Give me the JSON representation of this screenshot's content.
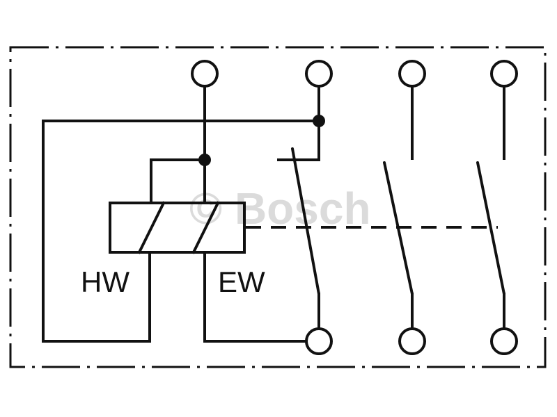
{
  "labels": {
    "hw": "HW",
    "ew": "EW"
  },
  "watermark": {
    "text": "© Bosch"
  }
}
